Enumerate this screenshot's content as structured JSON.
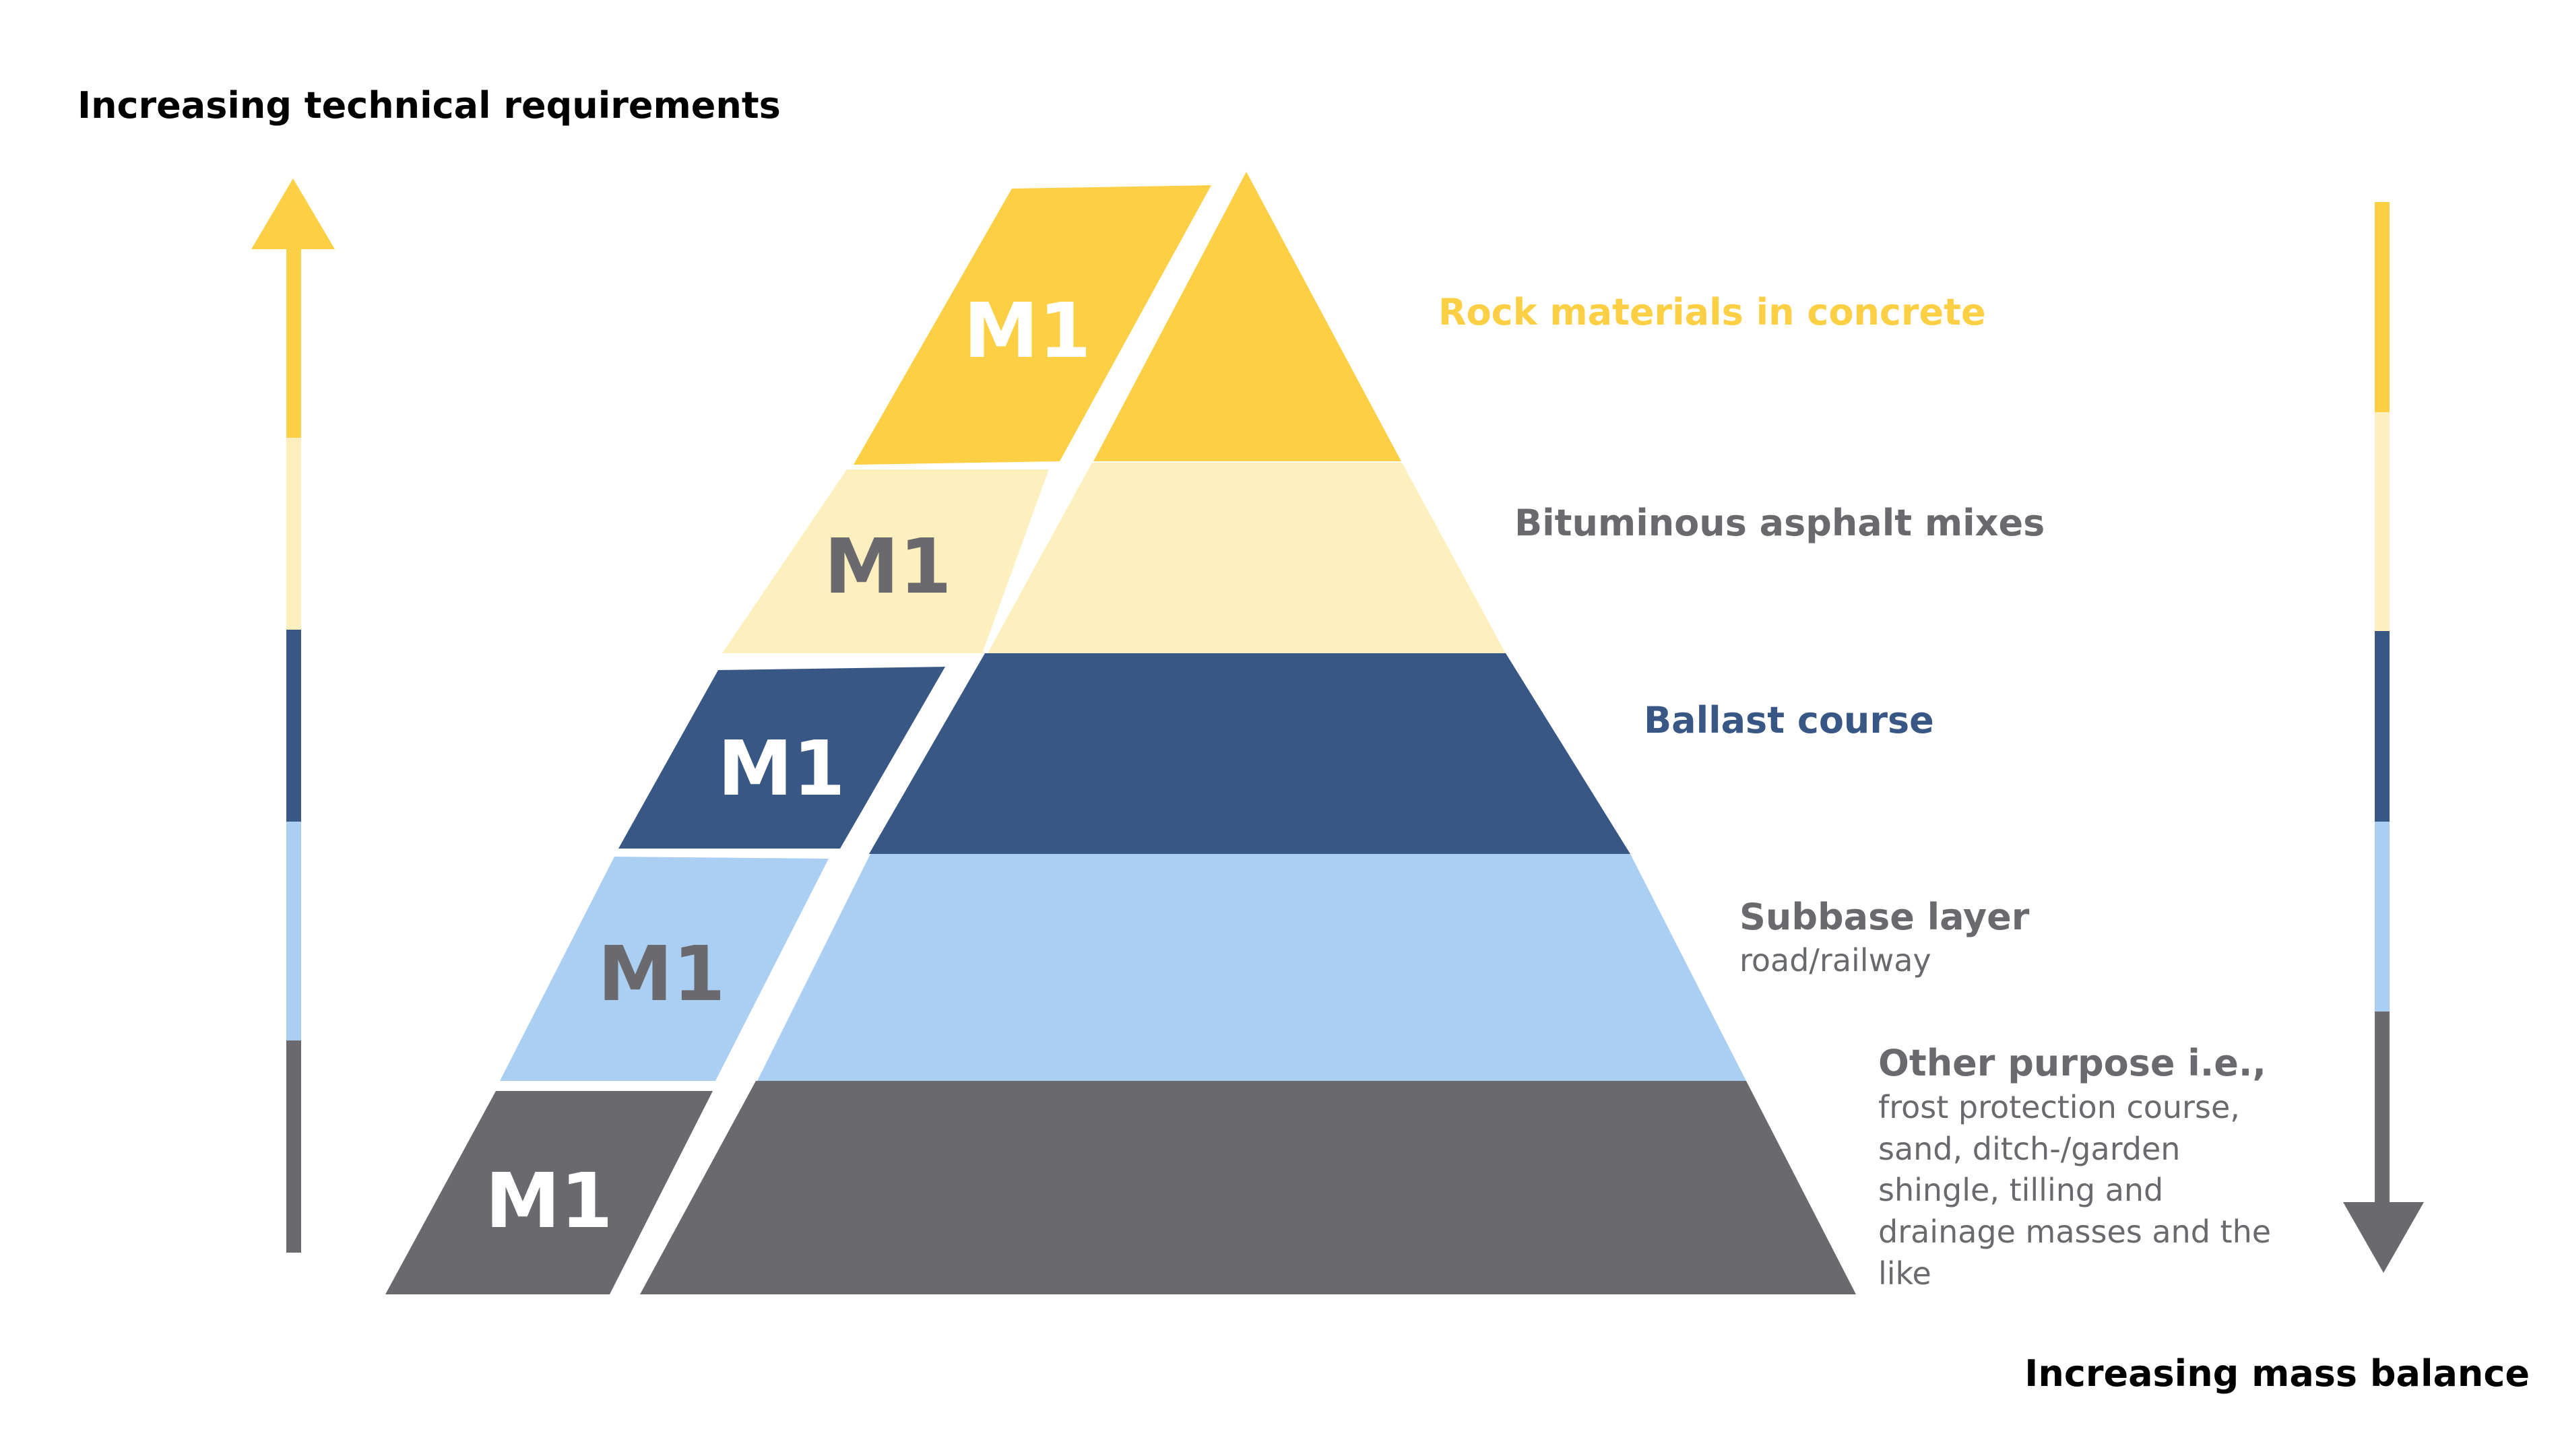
{
  "axis_labels": {
    "left_title": "Increasing technical requirements",
    "right_title": "Increasing mass balance"
  },
  "pyramid_tiers": [
    {
      "badge": "M1",
      "label": "Rock materials in concrete",
      "sublabel": "",
      "fill_color": "#FCCF44",
      "badge_color": "#FFFFFF",
      "label_color": "#FCCF44"
    },
    {
      "badge": "M1",
      "label": "Bituminous asphalt mixes",
      "sublabel": "",
      "fill_color": "#FEF0BE",
      "badge_color": "#6A6A6E",
      "label_color": "#6A6A6E"
    },
    {
      "badge": "M1",
      "label": "Ballast course",
      "sublabel": "",
      "fill_color": "#385784",
      "badge_color": "#FFFFFF",
      "label_color": "#385784"
    },
    {
      "badge": "M1",
      "label": "Subbase layer",
      "sublabel": "road/railway",
      "fill_color": "#ABCFF2",
      "badge_color": "#6A6A6E",
      "label_color": "#6A6A6E"
    },
    {
      "badge": "M1",
      "label": "Other purpose i.e.,",
      "sublabel": "frost protection course, sand, ditch-/garden shingle, tilling and drainage masses and the like",
      "sublabel_lines": [
        "frost protection course,",
        "sand, ditch-/garden",
        "shingle, tilling and",
        "drainage masses and the",
        "like"
      ],
      "fill_color": "#6A6A6E",
      "badge_color": "#FFFFFF",
      "label_color": "#6A6A6E"
    }
  ],
  "colors": {
    "background": "#FFFFFF",
    "title_text": "#000000",
    "yellow": "#FCCF44",
    "light_yellow": "#FEF0BE",
    "navy": "#385784",
    "light_blue": "#ABCFF2",
    "gray": "#6A6A6E"
  },
  "icons": {
    "left_arrow": "arrow-up-icon",
    "right_arrow": "arrow-down-icon"
  }
}
